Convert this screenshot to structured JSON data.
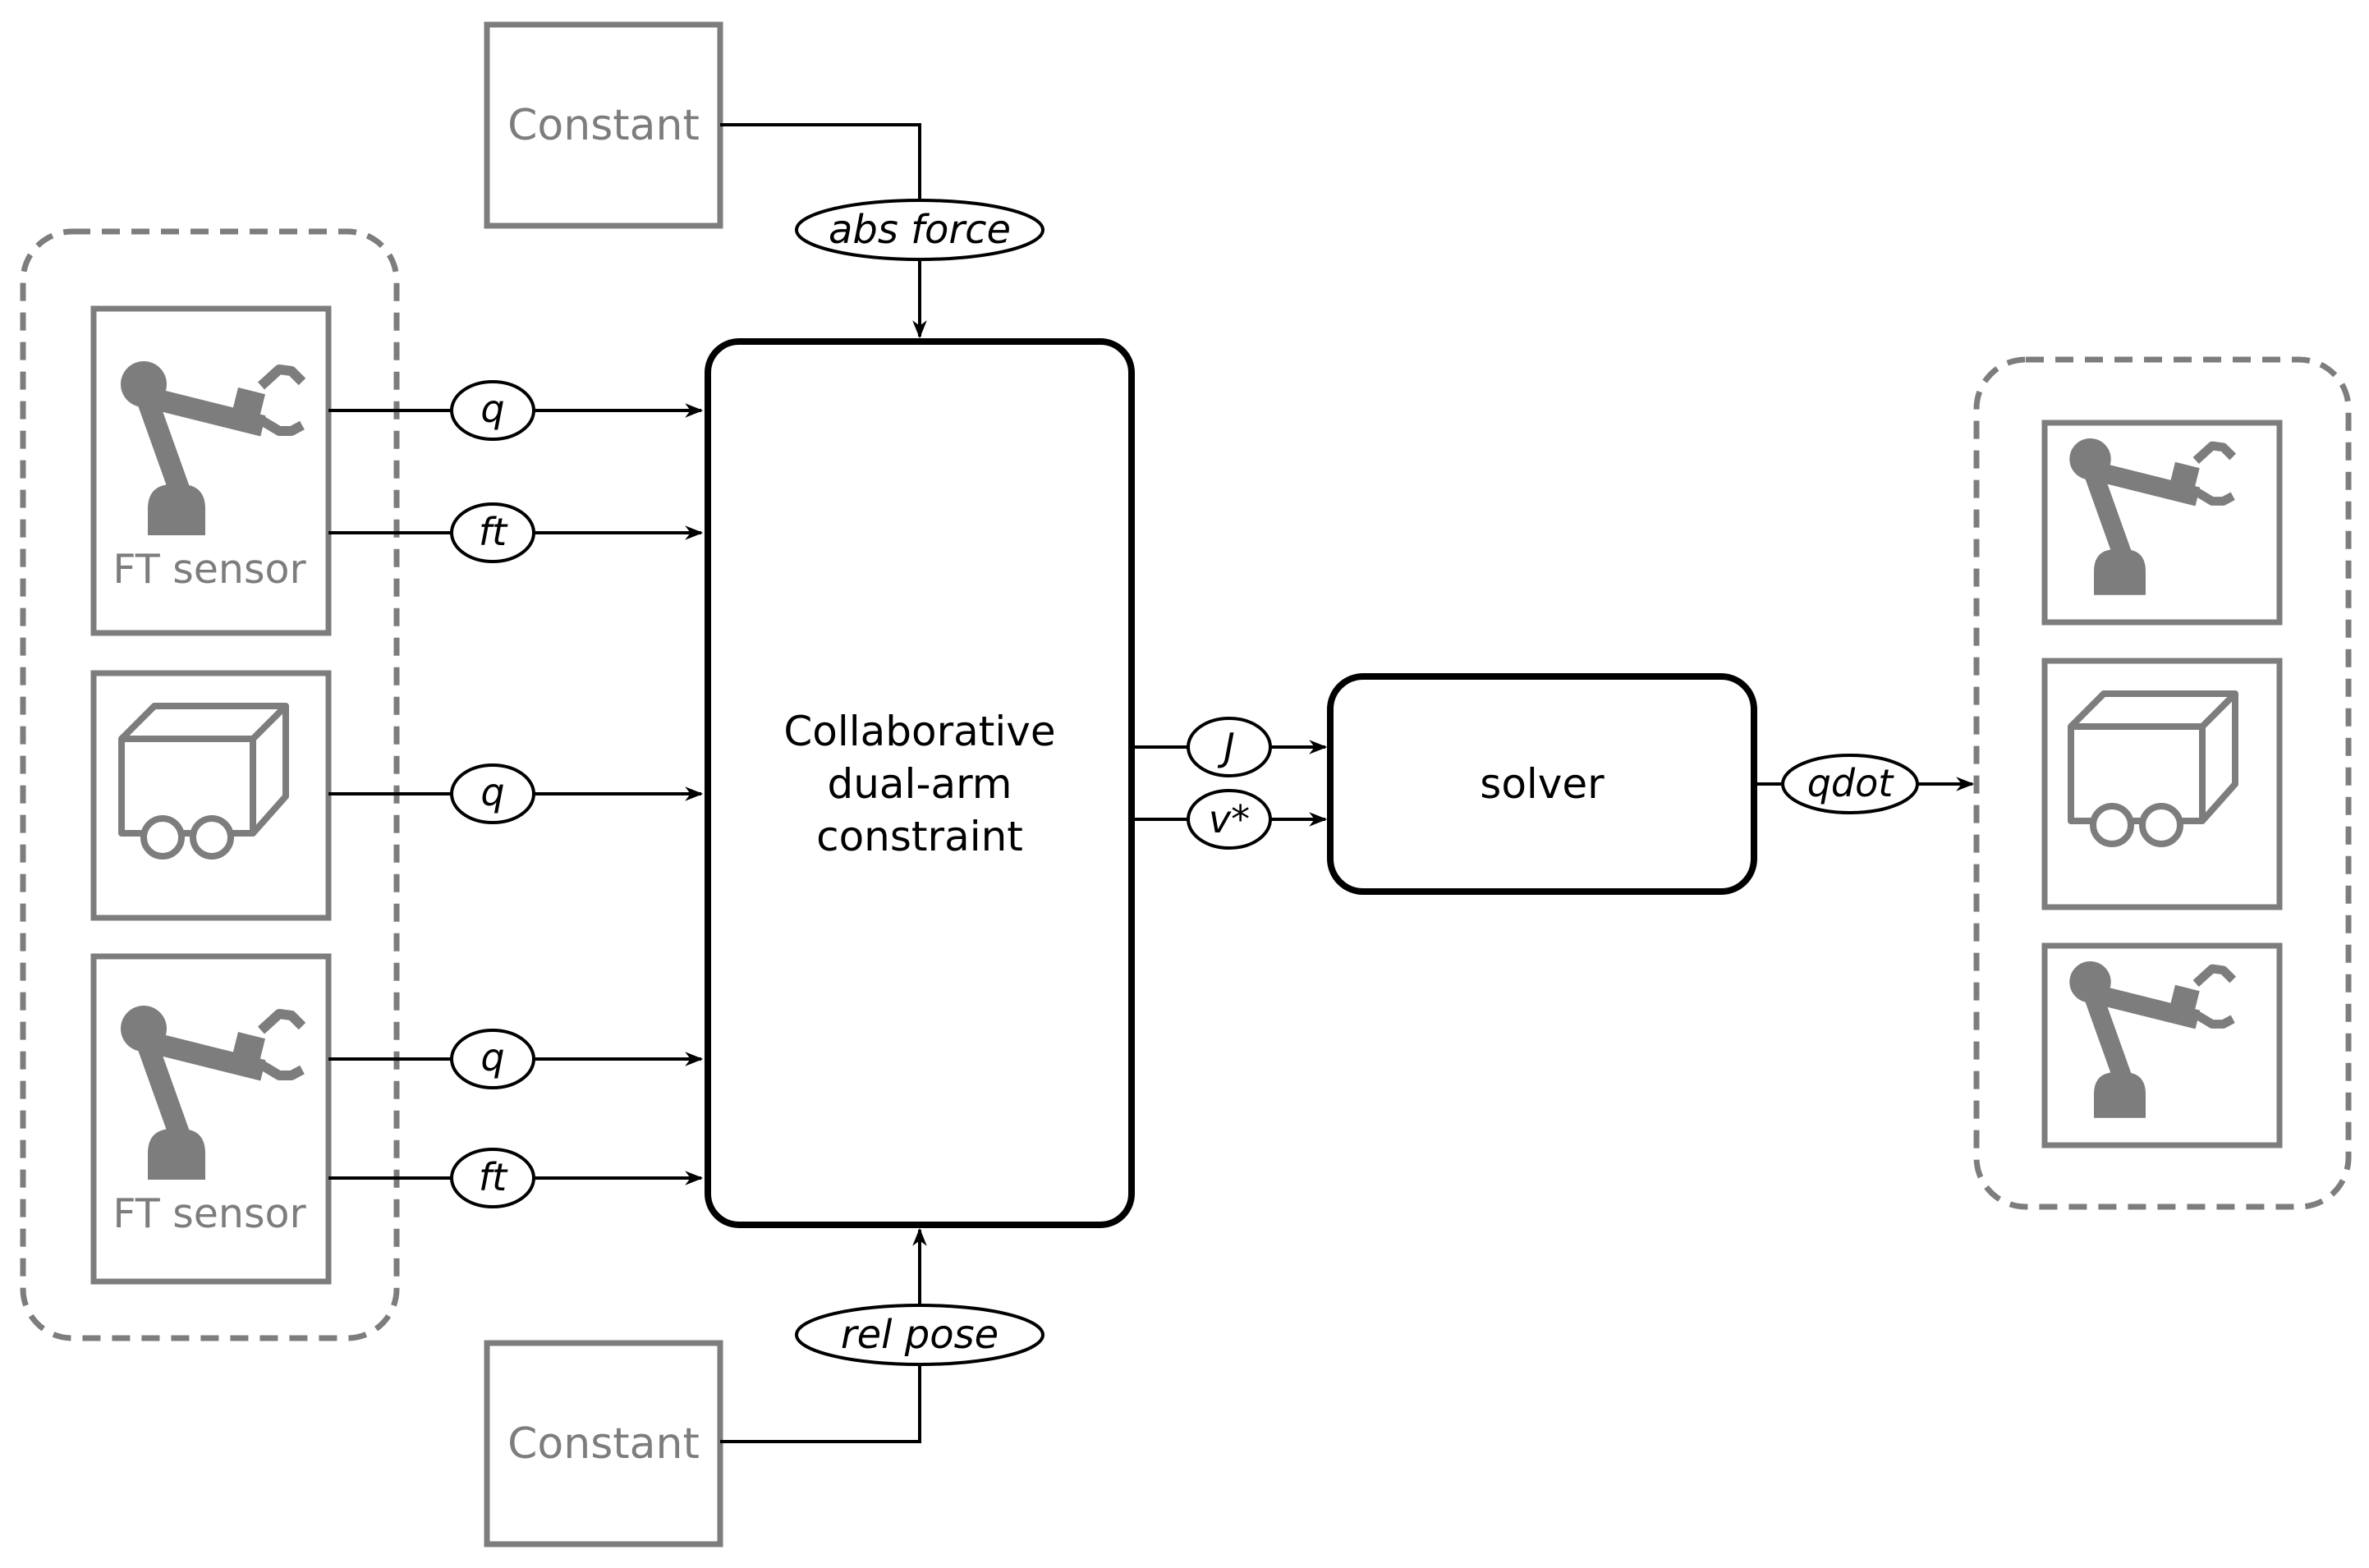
{
  "blocks": {
    "constant_top": "Constant",
    "constant_bottom": "Constant",
    "ft_sensor_top": "FT sensor",
    "ft_sensor_bottom": "FT sensor",
    "constraint_line1": "Collaborative",
    "constraint_line2": "dual-arm",
    "constraint_line3": "constraint",
    "solver": "solver"
  },
  "signals": {
    "abs_force": "abs force",
    "rel_pose": "rel pose",
    "q_arm1": "q",
    "ft_arm1": "ft",
    "q_base": "q",
    "q_arm2": "q",
    "ft_arm2": "ft",
    "jacobian": "J",
    "v_star": "v*",
    "qdot": "qdot"
  },
  "icons": {
    "arm": "robot-arm-icon",
    "base": "mobile-base-icon"
  },
  "colors": {
    "gray": "#7d7d7d",
    "black": "#000000"
  }
}
